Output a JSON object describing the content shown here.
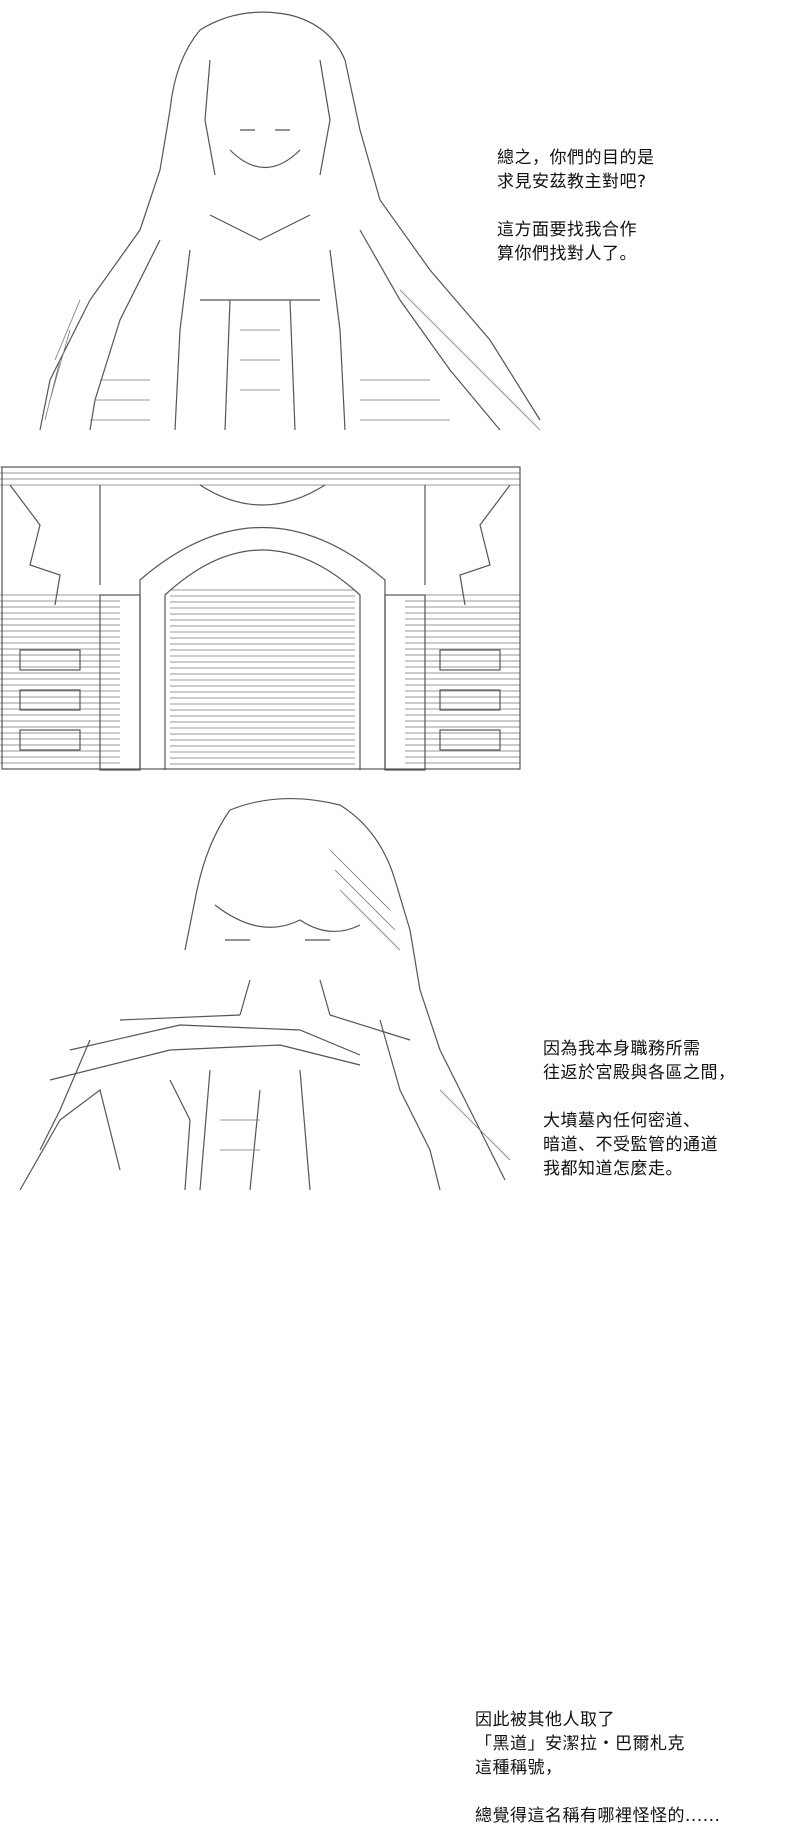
{
  "panels": [
    {
      "art_icon": "ascii-art-girl-long-hair",
      "lines": [
        "總之，你們的目的是",
        "求見安茲教主對吧?",
        "",
        "這方面要找我合作",
        "算你們找對人了。"
      ]
    },
    {
      "art_icon": "ascii-art-palace-gate",
      "lines": [
        "因為我本身職務所需",
        "往返於宮殿與各區之間，",
        "",
        "大墳墓內任何密道、",
        "暗道、不受監管的通道",
        "我都知道怎麼走。"
      ]
    },
    {
      "art_icon": "ascii-art-girl-arms-crossed",
      "lines": [
        "因此被其他人取了",
        "「黑道」安潔拉・巴爾札克",
        "這種稱號，",
        "",
        "總覺得這名稱有哪裡怪怪的......"
      ]
    }
  ],
  "colors": {
    "ink": "#111111",
    "art_stroke": "#555555",
    "art_hatch": "#777777",
    "background": "#ffffff"
  }
}
